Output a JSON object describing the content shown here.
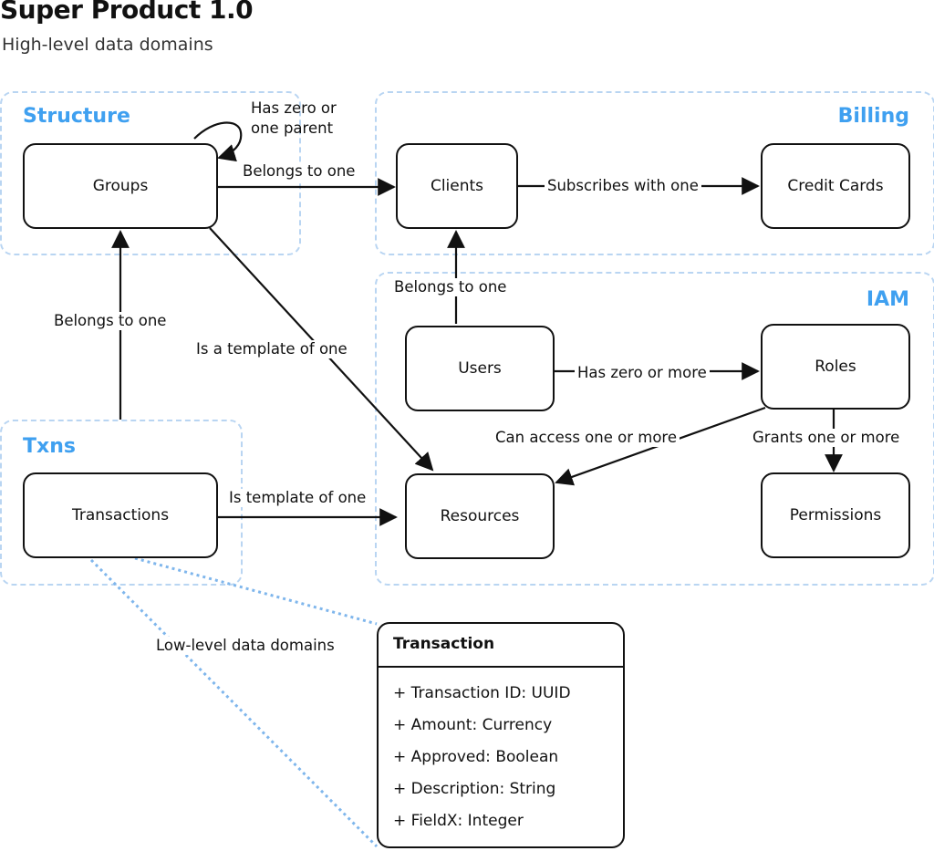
{
  "header": {
    "title": "Super Product 1.0",
    "subtitle": "High-level data domains"
  },
  "groups": {
    "structure": "Structure",
    "billing": "Billing",
    "iam": "IAM",
    "txns": "Txns"
  },
  "nodes": {
    "groups": "Groups",
    "clients": "Clients",
    "credit_cards": "Credit Cards",
    "users": "Users",
    "roles": "Roles",
    "transactions": "Transactions",
    "resources": "Resources",
    "permissions": "Permissions"
  },
  "edges": {
    "groups_self": "Has zero or one parent",
    "groups_clients": "Belongs to one",
    "clients_credit_cards": "Subscribes with one",
    "users_clients": "Belongs to one",
    "txns_groups": "Belongs to one",
    "groups_resources": "Is a template of one",
    "users_roles": "Has zero or more",
    "roles_resources": "Can access one or more",
    "roles_permissions": "Grants one or more",
    "txns_resources": "Is template of one",
    "low_level": "Low-level data domains"
  },
  "transaction_class": {
    "title": "Transaction",
    "fields": [
      "+ Transaction ID: UUID",
      "+ Amount: Currency",
      "+ Approved: Boolean",
      "+ Description: String",
      "+ FieldX: Integer"
    ]
  },
  "colors": {
    "accent": "#3fa0f0",
    "group_border": "#b9d5f2",
    "zoom_line": "#7fb6ec",
    "stroke": "#111111"
  }
}
